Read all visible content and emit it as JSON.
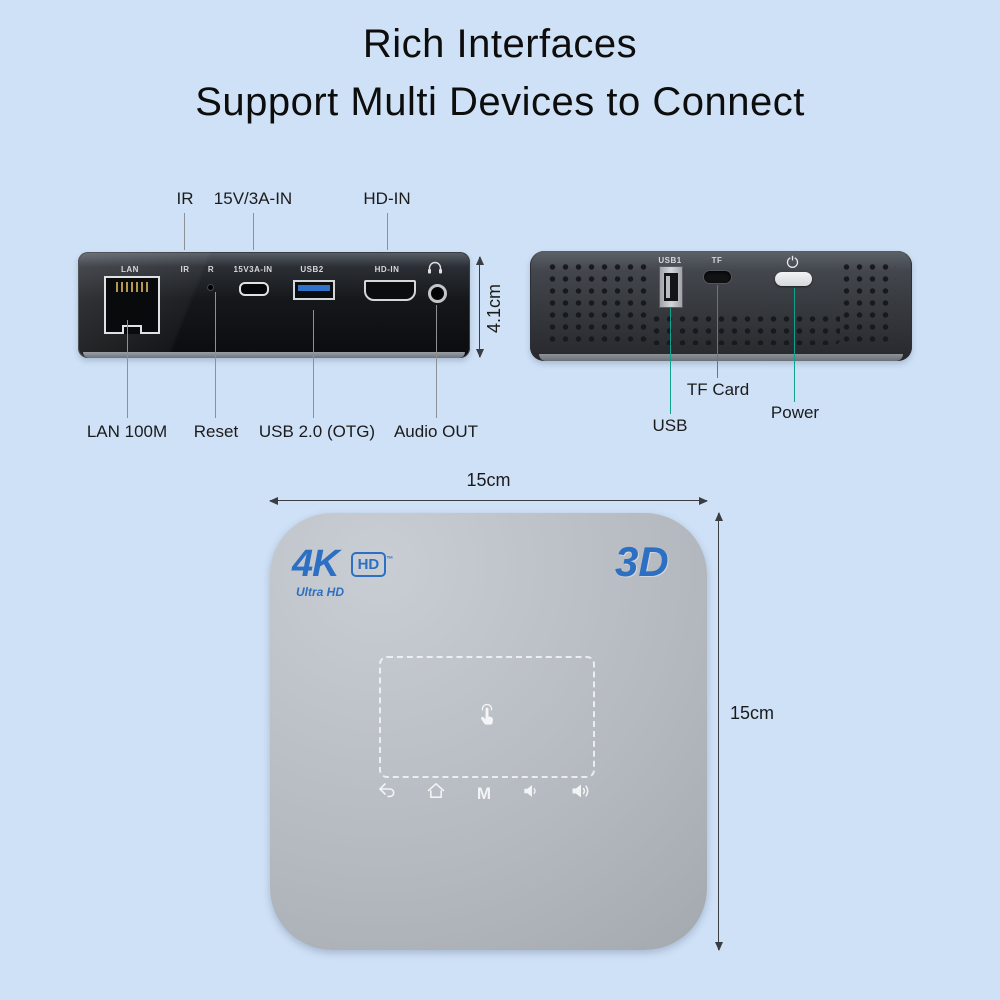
{
  "title": {
    "line1": "Rich Interfaces",
    "line2": "Support Multi Devices to Connect"
  },
  "back_view": {
    "top_callouts": [
      "IR",
      "15V/3A-IN",
      "HD-IN"
    ],
    "panel_labels": {
      "lan": "LAN",
      "ir": "IR",
      "reset": "R",
      "dc_in": "15V3A-IN",
      "usb2": "USB2",
      "hd_in": "HD-IN"
    },
    "bottom_callouts": [
      "LAN 100M",
      "Reset",
      "USB 2.0 (OTG)",
      "Audio OUT"
    ],
    "height_dimension": "4.1cm"
  },
  "side_view": {
    "panel_labels": {
      "usb1": "USB1",
      "tf": "TF"
    },
    "callouts": [
      "TF Card",
      "USB",
      "Power"
    ]
  },
  "top_view": {
    "logo": {
      "four_k": "4K",
      "ultra_hd": "Ultra HD",
      "hd_badge": "HD",
      "trademark": "™",
      "three_d": "3D"
    },
    "menu_button": "M",
    "width_dimension": "15cm",
    "height_dimension": "15cm"
  },
  "icons": {
    "headphone": "headphone-icon",
    "power_symbol": "power-icon",
    "tap": "tap-icon",
    "back": "back-arrow-icon",
    "home": "home-icon",
    "volume_down": "volume-down-icon",
    "volume_up": "volume-up-icon"
  },
  "colors": {
    "background": "#cfe1f6",
    "accent_blue": "#2d6fc2",
    "callout_teal": "#0da28e",
    "usb_blue": "#2f72c8"
  }
}
